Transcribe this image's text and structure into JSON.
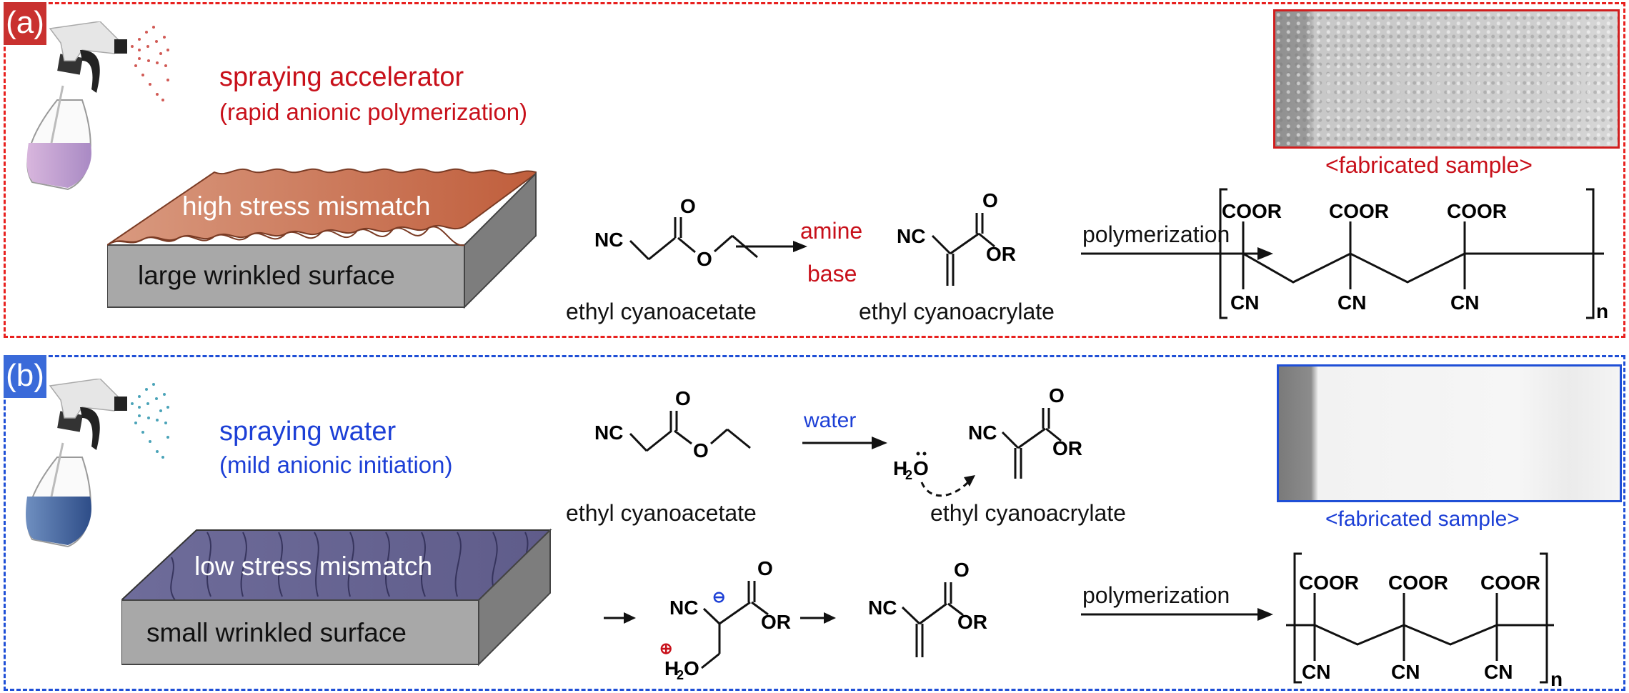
{
  "panels": {
    "a": {
      "tag": "(a)",
      "title": "spraying accelerator",
      "subtitle": "(rapid anionic polymerization)",
      "block_top_label": "high stress mismatch",
      "block_side_label": "large wrinkled surface",
      "reactant_name": "ethyl cyanoacetate",
      "reagent_top": "amine",
      "reagent_bottom": "base",
      "product_name": "ethyl cyanoacrylate",
      "step_label": "polymerization",
      "photo_caption": "<fabricated sample>",
      "colors": {
        "accent": "#c8101a",
        "border": "#e8211f",
        "tag_bg": "#c9312f",
        "liquid": "#b58fc9",
        "surface": "#c9694a"
      }
    },
    "b": {
      "tag": "(b)",
      "title": "spraying water",
      "subtitle": "(mild anionic initiation)",
      "block_top_label": "low stress mismatch",
      "block_side_label": "small wrinkled surface",
      "reactant_name": "ethyl cyanoacetate",
      "reagent_top": "water",
      "product_name": "ethyl cyanoacrylate",
      "nucleophile": "H2O",
      "step_label": "polymerization",
      "photo_caption": "<fabricated sample>",
      "colors": {
        "accent": "#1c3fd6",
        "border": "#1f4fd6",
        "tag_bg": "#3a6ad9",
        "liquid": "#4a6fa8",
        "surface": "#6a6794"
      }
    }
  },
  "chem": {
    "NC": "NC",
    "O": "O",
    "OR": "OR",
    "COOR": "COOR",
    "CN": "CN",
    "repeat": "n",
    "H2O_H": "H",
    "H2O_2": "2",
    "H2O_O": "O",
    "minus": "⊖",
    "plus": "⊕"
  }
}
